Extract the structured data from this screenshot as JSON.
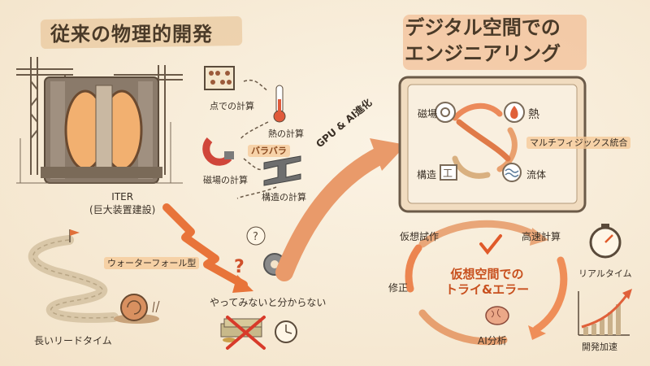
{
  "left": {
    "title": "従来の物理的開発",
    "iter_line1": "ITER",
    "iter_line2": "(巨大装置建設)",
    "labels": {
      "point_calc": "点での計算",
      "heat_calc": "熱の計算",
      "separate": "バラバラ",
      "magnetic_calc": "磁場の計算",
      "structure_calc": "構造の計算",
      "waterfall": "ウォーターフォール型",
      "long_lead": "長いリードタイム",
      "trial_unknown": "やってみないと分からない"
    }
  },
  "middle": {
    "arrow_label": "GPU & AI進化"
  },
  "right": {
    "title_line1": "デジタル空間での",
    "title_line2": "エンジニアリング",
    "screen": {
      "magnetic": "磁場",
      "heat": "熱",
      "multiphysics": "マルチフィジックス統合",
      "structure": "構造",
      "fluid": "流体"
    },
    "cycle": {
      "virtual_trial": "仮想試作",
      "fast_calc": "高速計算",
      "fix": "修正",
      "center_line1": "仮想空間での",
      "center_line2": "トライ&エラー",
      "ai_analysis": "AI分析"
    },
    "realtime": "リアルタイム",
    "dev_accel": "開発加速"
  },
  "colors": {
    "background": "#f6ead6",
    "accent_orange": "#e8743a",
    "ink": "#3a3026"
  }
}
